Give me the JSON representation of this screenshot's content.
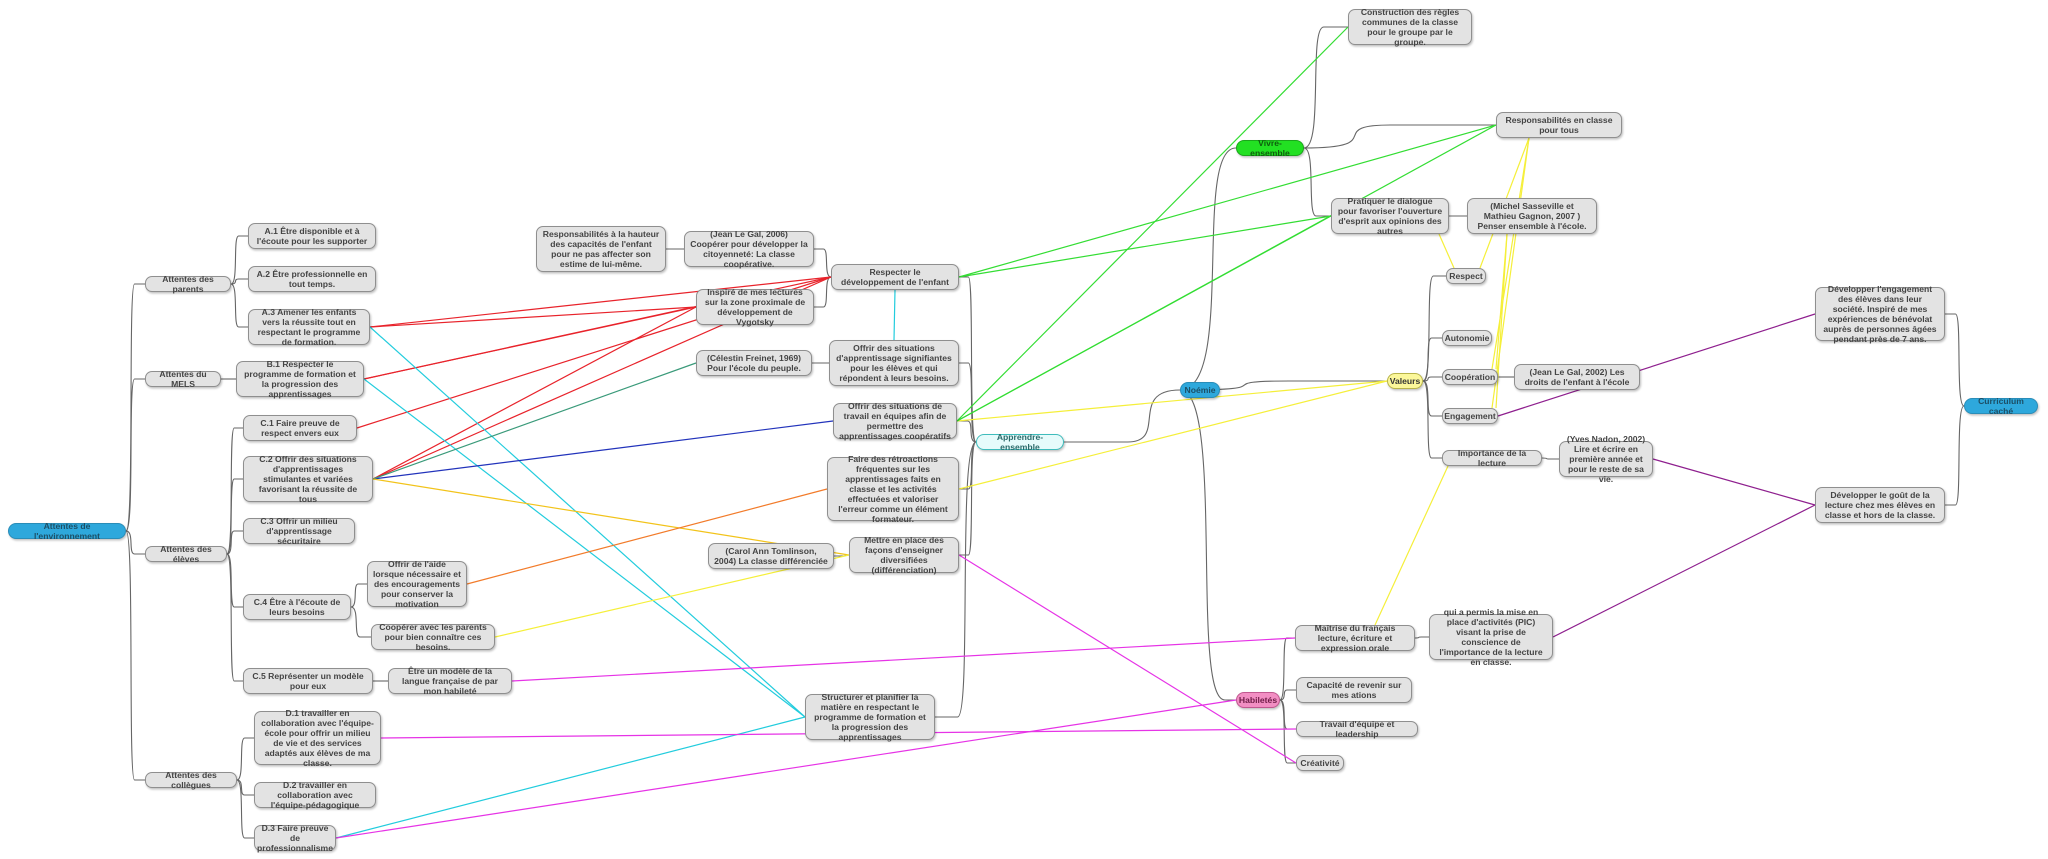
{
  "nodes": {
    "root": "Attentes de l'environnement",
    "parents": "Attentes des parents",
    "a1": "A.1 Être disponible et à l'écoute pour les supporter",
    "a2": "A.2 Être professionnelle en tout temps.",
    "a3": "A.3 Amener les enfants vers la réussite tout en respectant le programme de formation.",
    "mels": "Attentes du MELS",
    "b1": "B.1 Respecter le programme de formation et la progression des apprentissages",
    "eleves": "Attentes des élèves",
    "c1": "C.1 Faire preuve de respect envers eux",
    "c2": "C.2 Offrir des situations d'apprentissages stimulantes et variées favorisant la réussite de tous",
    "c3": "C.3 Offrir un milieu d'apprentissage sécuritaire",
    "c4": "C.4 Être à l'écoute de leurs besoins",
    "c4a": "Offrir de l'aide lorsque nécessaire et des encouragements pour conserver la motivation",
    "c4b": "Coopérer avec les parents pour bien connaître ces besoins.",
    "c5": "C.5 Représenter un modèle pour eux",
    "c5a": "Être un modèle de la langue française de par mon habileté",
    "collegues": "Attentes des collègues",
    "d1": "D.1 travailler en collaboration avec l'équipe-école pour offrir un milieu de vie et des services adaptés aux élèves de ma classe.",
    "d2": "D.2 travailler en collaboration avec l'équipe-pédagogique",
    "d3": "D.3 Faire preuve de professionnalisme",
    "resp_hauteur": "Responsabilités à la hauteur des capacités de l'enfant pour ne pas affecter son estime de lui-même.",
    "legal2006": "(Jean Le Gal, 2006) Coopérer pour développer la citoyenneté: La classe coopérative.",
    "respecter_dev": "Respecter le développement de l'enfant",
    "vygotsky": "Inspiré de mes lectures sur la zone proximale de développement de Vygotsky",
    "freinet": "(Célestin Freinet, 1969) Pour l'école du peuple.",
    "sit_signif": "Offrir des situations d'apprentissage signifiantes pour les élèves et qui répondent à leurs besoins.",
    "sit_equipe": "Offrir des situations de travail en équipes afin de permettre des apprentissages coopératifs",
    "apprendre": "Apprendre-ensemble",
    "retroactions": "Faire des rétroactions fréquentes sur les apprentissages faits en classe et les activités effectuées et valoriser l'erreur comme un élément formateur.",
    "tomlinson": "(Carol Ann Tomlinson, 2004) La classe différenciée",
    "diversifiees": "Mettre en place des façons d'enseigner diversifiées (différenciation)",
    "structurer": "Structurer et planifier la matière en respectant le programme de formation et la progression des apprentissages",
    "construction": "Construction des règles communes de la classe pour le groupe par le groupe.",
    "vivre": "Vivre-ensemble",
    "resp_classe": "Responsabilités en classe pour tous",
    "dialogue": "Pratiquer le dialogue pour favoriser l'ouverture d'esprit aux opinions des autres",
    "sasseville": "(Michel Sasseville et Mathieu Gagnon, 2007 ) Penser ensemble à l'école.",
    "noemie": "Noémie",
    "valeurs": "Valeurs",
    "respect": "Respect",
    "autonomie": "Autonomie",
    "cooperation": "Coopération",
    "engagement": "Engagement",
    "importance": "Importance de la lecture",
    "legal2002": "(Jean Le Gal, 2002) Les droits de l'enfant à l'école",
    "nadon": "(Yves Nadon, 2002) Lire et écrire en première année et pour le reste de sa vie.",
    "dev_engagement": "Développer l'engagement des élèves dans leur société. Inspiré de mes expériences de bénévolat auprès de personnes âgées pendant près de 7 ans.",
    "dev_gout": "Développer le goût de la lecture chez mes élèves en classe et hors de la classe.",
    "curriculum": "Curriculum caché",
    "maitrise": "Maîtrise du français lecture, écriture et expression orale",
    "pic": "qui a permis la mise en place d'activités (PIC) visant la prise de conscience de l'importance de la lecture en classe.",
    "habiletes": "Habiletés",
    "revenir": "Capacité de revenir sur mes ations",
    "travail_equipe": "Travail d'équipe et leadership",
    "creativite": "Créativité"
  },
  "colors": {
    "link_gray": "#666666",
    "red": "#e8232b",
    "cyan": "#22ccdd",
    "green": "#33dd33",
    "yellow": "#f5ef3a",
    "purple": "#8e1f8e",
    "magenta": "#e633e6",
    "orange": "#f27b2a",
    "gold": "#f2c31a",
    "dark_blue": "#2233bb",
    "teal": "#3a9a7a",
    "blue_node": "#2ea8dc",
    "green_node": "#22e022",
    "yellow_node": "#fbf79a",
    "pink_node": "#f28ec3"
  }
}
